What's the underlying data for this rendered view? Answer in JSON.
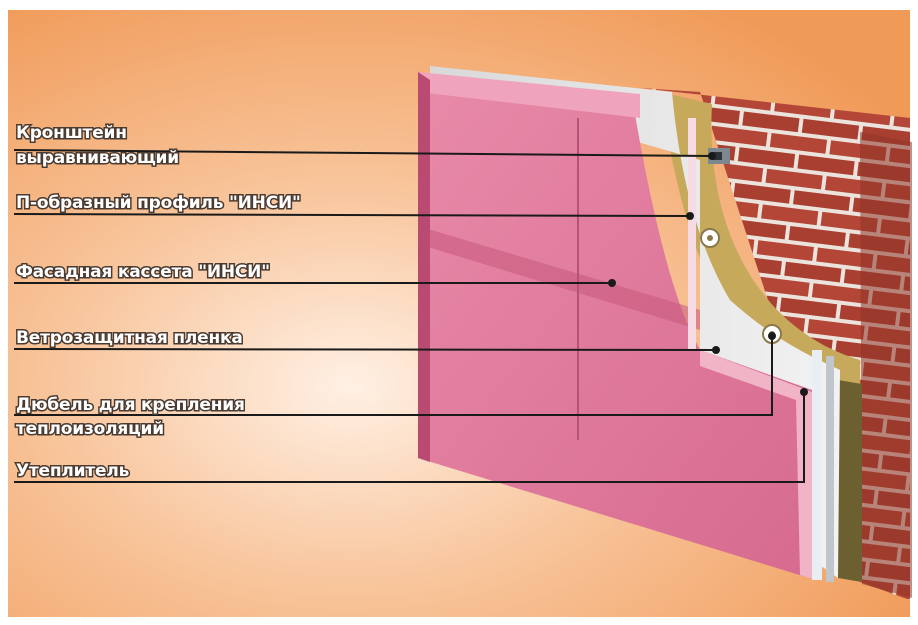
{
  "colors": {
    "background": "#f6b27c",
    "cassette": "#e0779a",
    "brick": "#b5473a",
    "insulation": "#c7a85a",
    "membrane": "#e6e6e6",
    "label_fill": "#ffffff",
    "label_outline": "#4a3a30",
    "leader_line": "#1a1a1a"
  },
  "callouts": [
    {
      "lines": [
        "Кронштейн",
        "выравнивающий"
      ]
    },
    {
      "lines": [
        "П-образный профиль \"ИНСИ\""
      ]
    },
    {
      "lines": [
        "Фасадная кассета \"ИНСИ\""
      ]
    },
    {
      "lines": [
        "Ветрозащитная пленка"
      ]
    },
    {
      "lines": [
        "Дюбель для крепления",
        "теплоизоляций"
      ]
    },
    {
      "lines": [
        "Утеплитель"
      ]
    }
  ]
}
